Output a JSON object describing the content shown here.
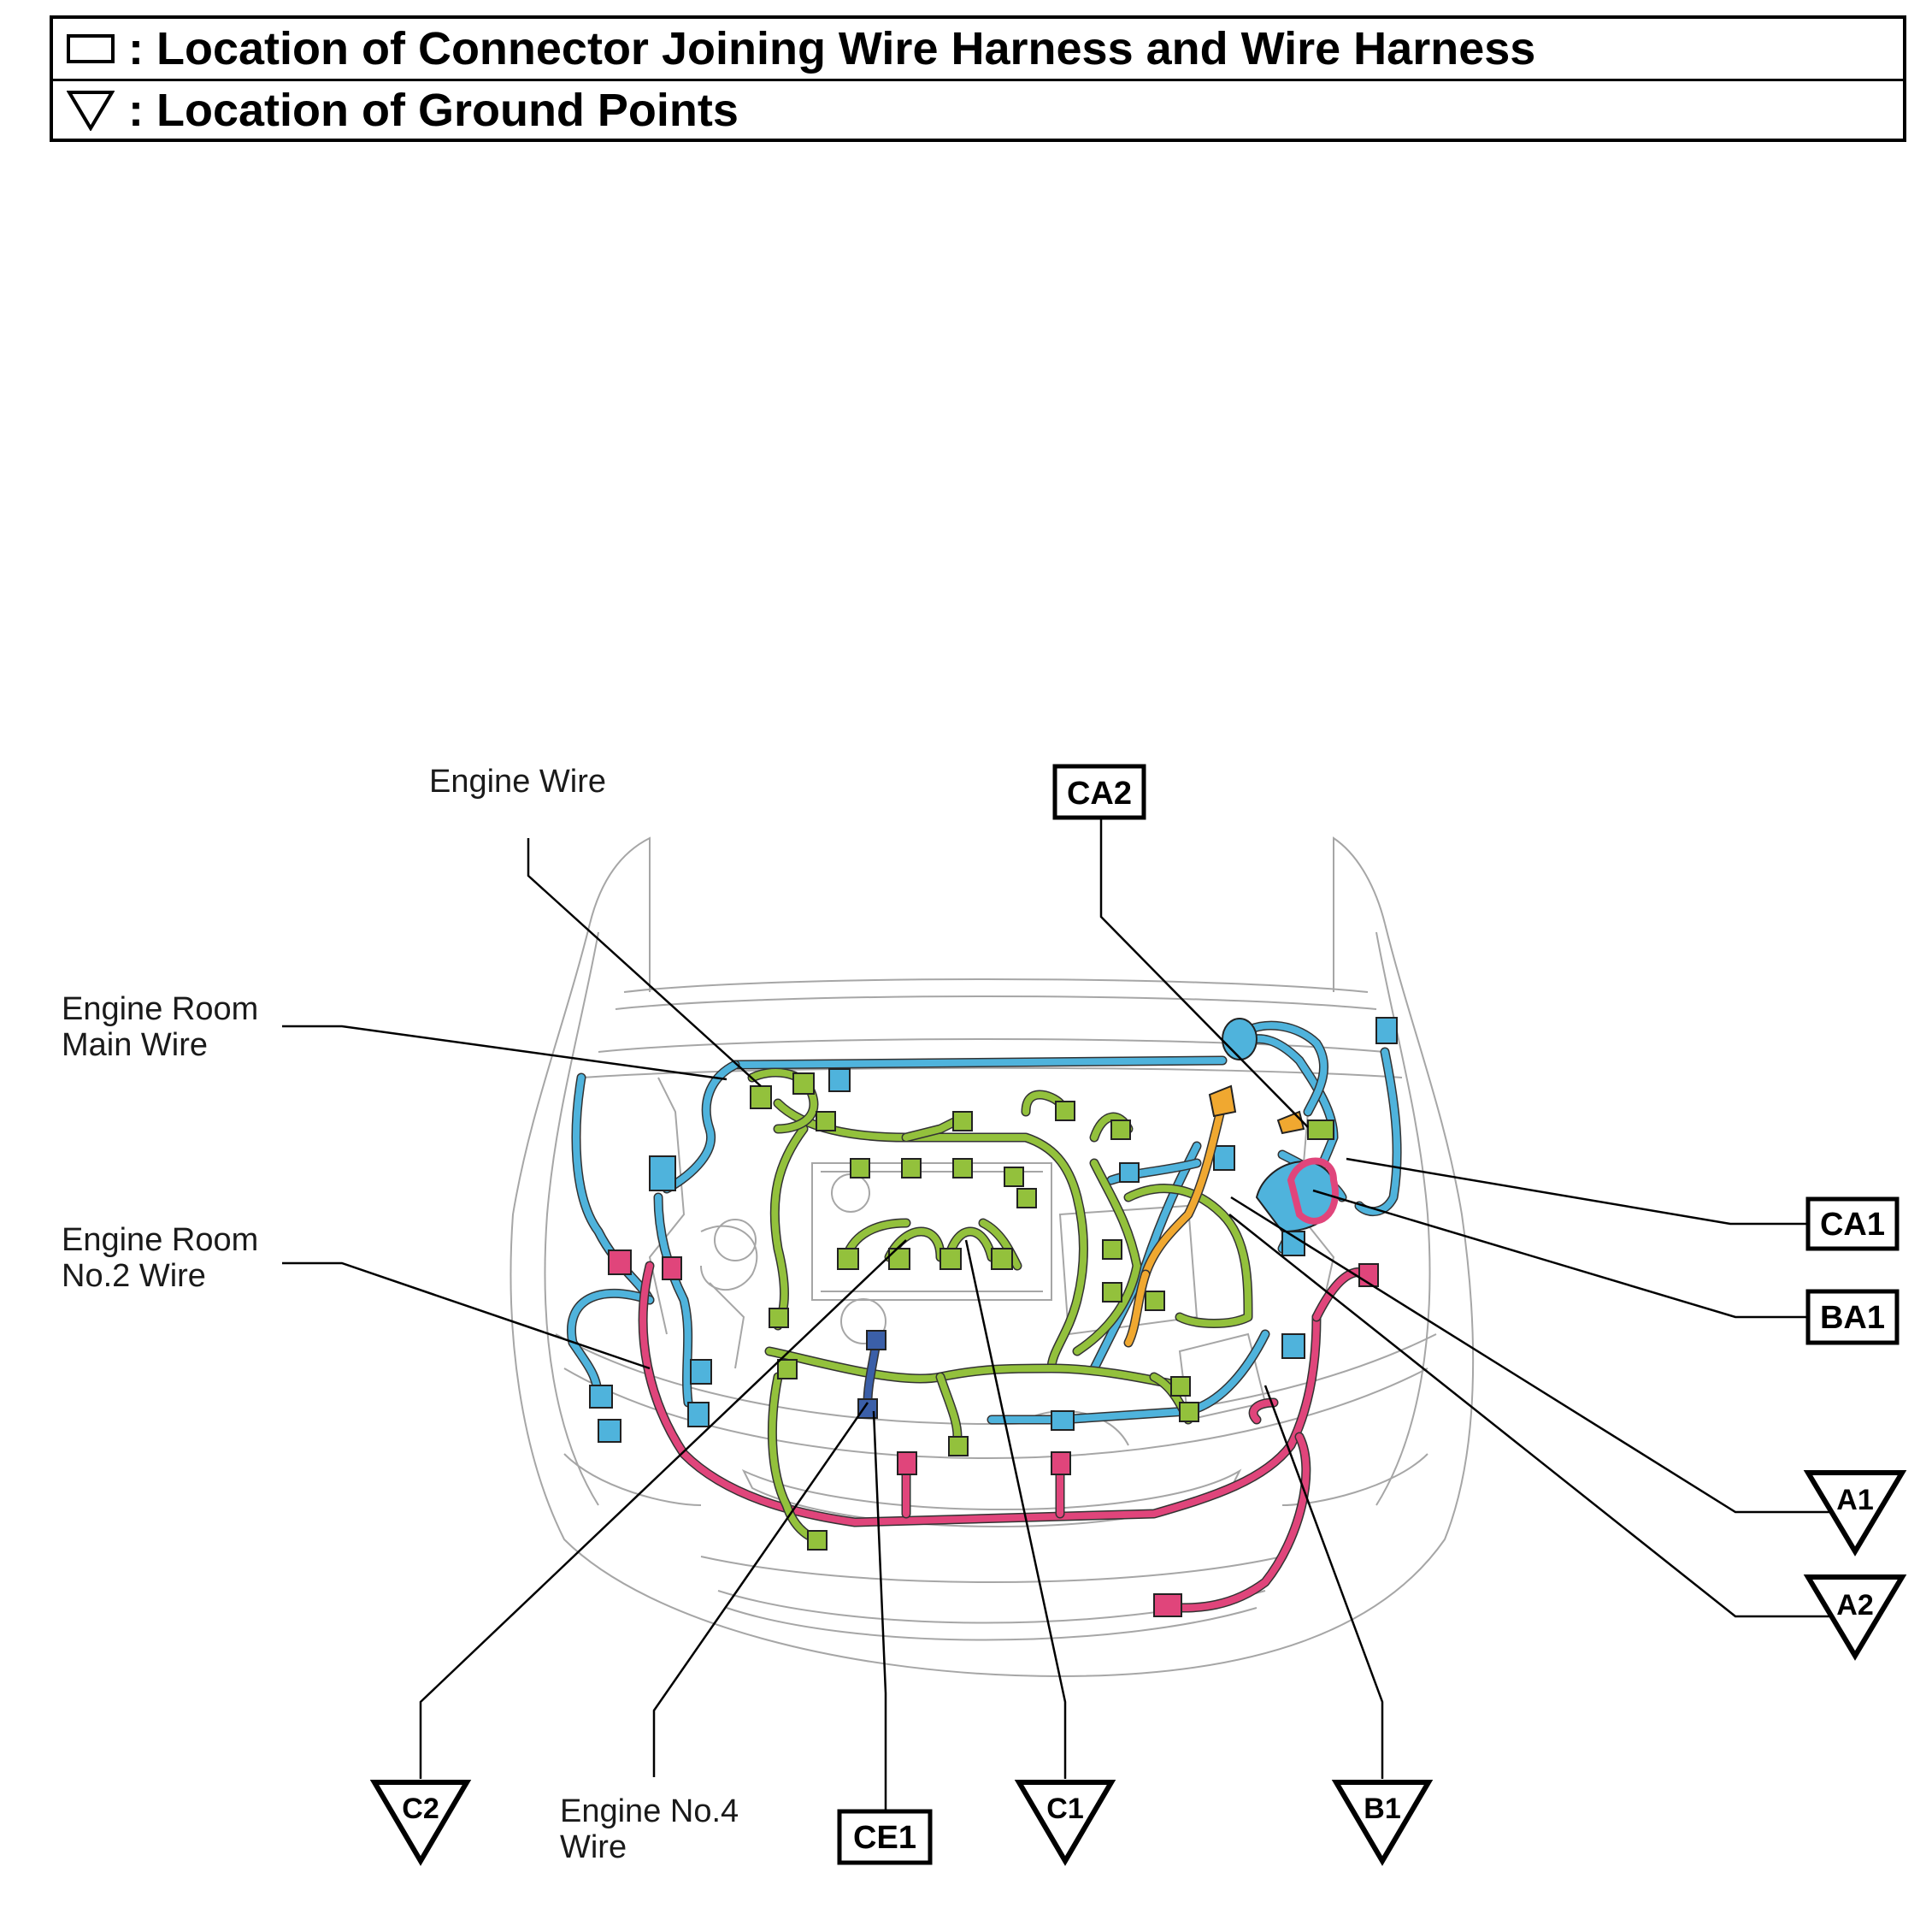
{
  "legend": {
    "connector_text": ": Location of Connector Joining Wire Harness and Wire Harness",
    "ground_text": ": Location of Ground Points"
  },
  "wire_labels": {
    "engine_wire": "Engine Wire",
    "engine_room_main_1": "Engine Room",
    "engine_room_main_2": "Main Wire",
    "engine_room_no2_1": "Engine Room",
    "engine_room_no2_2": "No.2 Wire",
    "engine_no4_1": "Engine No.4",
    "engine_no4_2": "Wire"
  },
  "connector_tags": {
    "ca2": "CA2",
    "ca1": "CA1",
    "ba1": "BA1",
    "ce1": "CE1"
  },
  "ground_tags": {
    "a1": "A1",
    "a2": "A2",
    "c2": "C2",
    "c1": "C1",
    "b1": "B1"
  },
  "colors": {
    "engine_room_main_wire": "#4fb3dc",
    "engine_wire": "#93c13c",
    "engine_room_no2_wire": "#e0457b",
    "engine_no4_wire": "#3b5fa8",
    "battery_cable": "#f0a830"
  }
}
